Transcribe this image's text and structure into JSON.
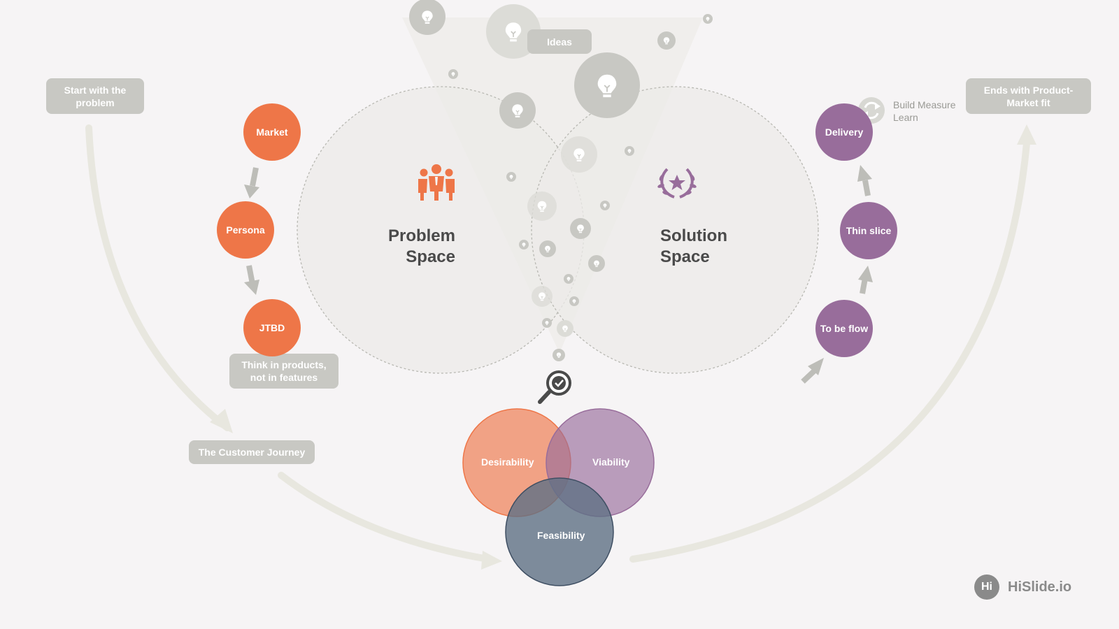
{
  "labels": {
    "start": "Start with the problem",
    "ends": "Ends with Product-Market fit",
    "customer_journey": "The Customer Journey",
    "think": "Think in products, not in features",
    "ideas": "Ideas",
    "build_measure": "Build Measure Learn"
  },
  "problem_space": {
    "line1": "Problem",
    "line2": "Space"
  },
  "solution_space": {
    "line1": "Solution",
    "line2": "Space"
  },
  "left_nodes": [
    "Market",
    "Persona",
    "JTBD"
  ],
  "right_nodes": [
    "Delivery",
    "Thin slice",
    "To be flow"
  ],
  "venn": {
    "a": "Desirability",
    "b": "Viability",
    "c": "Feasibility"
  },
  "brand": {
    "badge": "Hi",
    "name": "HiSlide.io"
  },
  "colors": {
    "orange": "#ee7648",
    "purple": "#986d9b",
    "slate": "#5f7085",
    "pill": "#c8c8c3",
    "background": "#f6f4f5"
  },
  "icons": [
    "team-icon",
    "laurel-star-icon",
    "magnifier-check-icon",
    "lightbulb-icon",
    "refresh-icon"
  ]
}
